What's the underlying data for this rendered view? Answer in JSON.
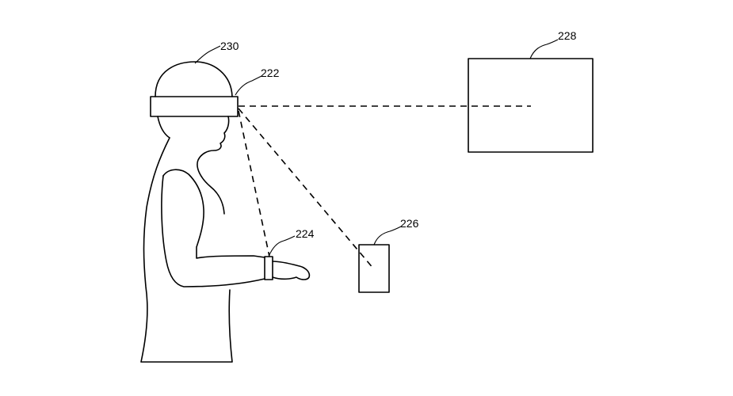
{
  "labels": {
    "person": "230",
    "headset": "222",
    "wrist_device": "224",
    "phone_device": "226",
    "display": "228"
  }
}
